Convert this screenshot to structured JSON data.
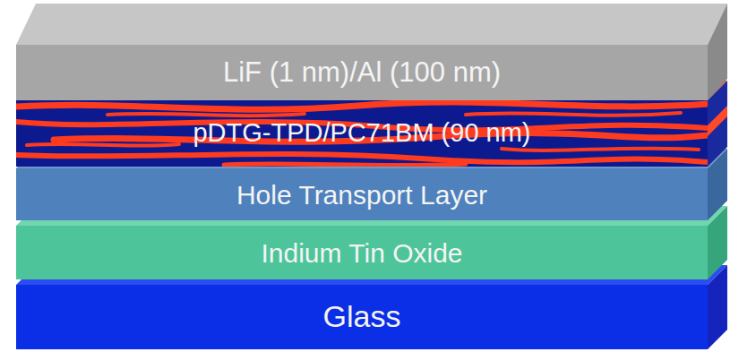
{
  "diagram": {
    "nodes": [
      {
        "text": [
          "LiF (1 nm)/Al (100 nm)"
        ]
      },
      {
        "text": [
          "pDTG-TPD/PC71BM (90 nm)"
        ]
      },
      {
        "text": [
          "Hole Transport Layer"
        ]
      },
      {
        "text": [
          "Indium Tin Oxide"
        ]
      },
      {
        "text": [
          "Glass"
        ]
      }
    ]
  }
}
